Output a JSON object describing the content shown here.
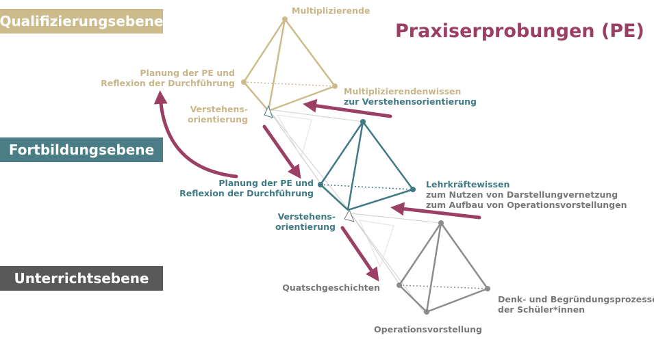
{
  "title": "Praxiserprobungen (PE)",
  "levels": {
    "qualification": "Qualifizierungsebene",
    "training": "Fortbildungsebene",
    "classroom": "Unterrichtsebene"
  },
  "top": {
    "apex": "Multiplizierende",
    "left": [
      "Planung der PE und",
      "Reflexion der Durchführung"
    ],
    "right": [
      "Multiplizierendenwissen"
    ],
    "right_sub": "zur Verstehensorientierung",
    "bottom": [
      "Verstehens-",
      "orientierung"
    ]
  },
  "middle": {
    "left": [
      "Planung der PE und",
      "Reflexion der Durchführung"
    ],
    "right": [
      "Lehrkräftewissen"
    ],
    "right_sub": [
      "zum Nutzen von Darstellungvernetzung",
      "zum Aufbau von Operationsvorstellungen"
    ],
    "bottom": [
      "Verstehens-",
      "orientierung"
    ]
  },
  "bottom": {
    "left": "Quatschgeschichten",
    "right": [
      "Denk- und Begründungsprozesse",
      "der Schüler*innen"
    ],
    "bottom": "Operationsvorstellung"
  },
  "colors": {
    "tan": "#cdbb8c",
    "teal": "#3f7a84",
    "gray": "#8c8c8c",
    "arrow": "#9b3f64"
  }
}
